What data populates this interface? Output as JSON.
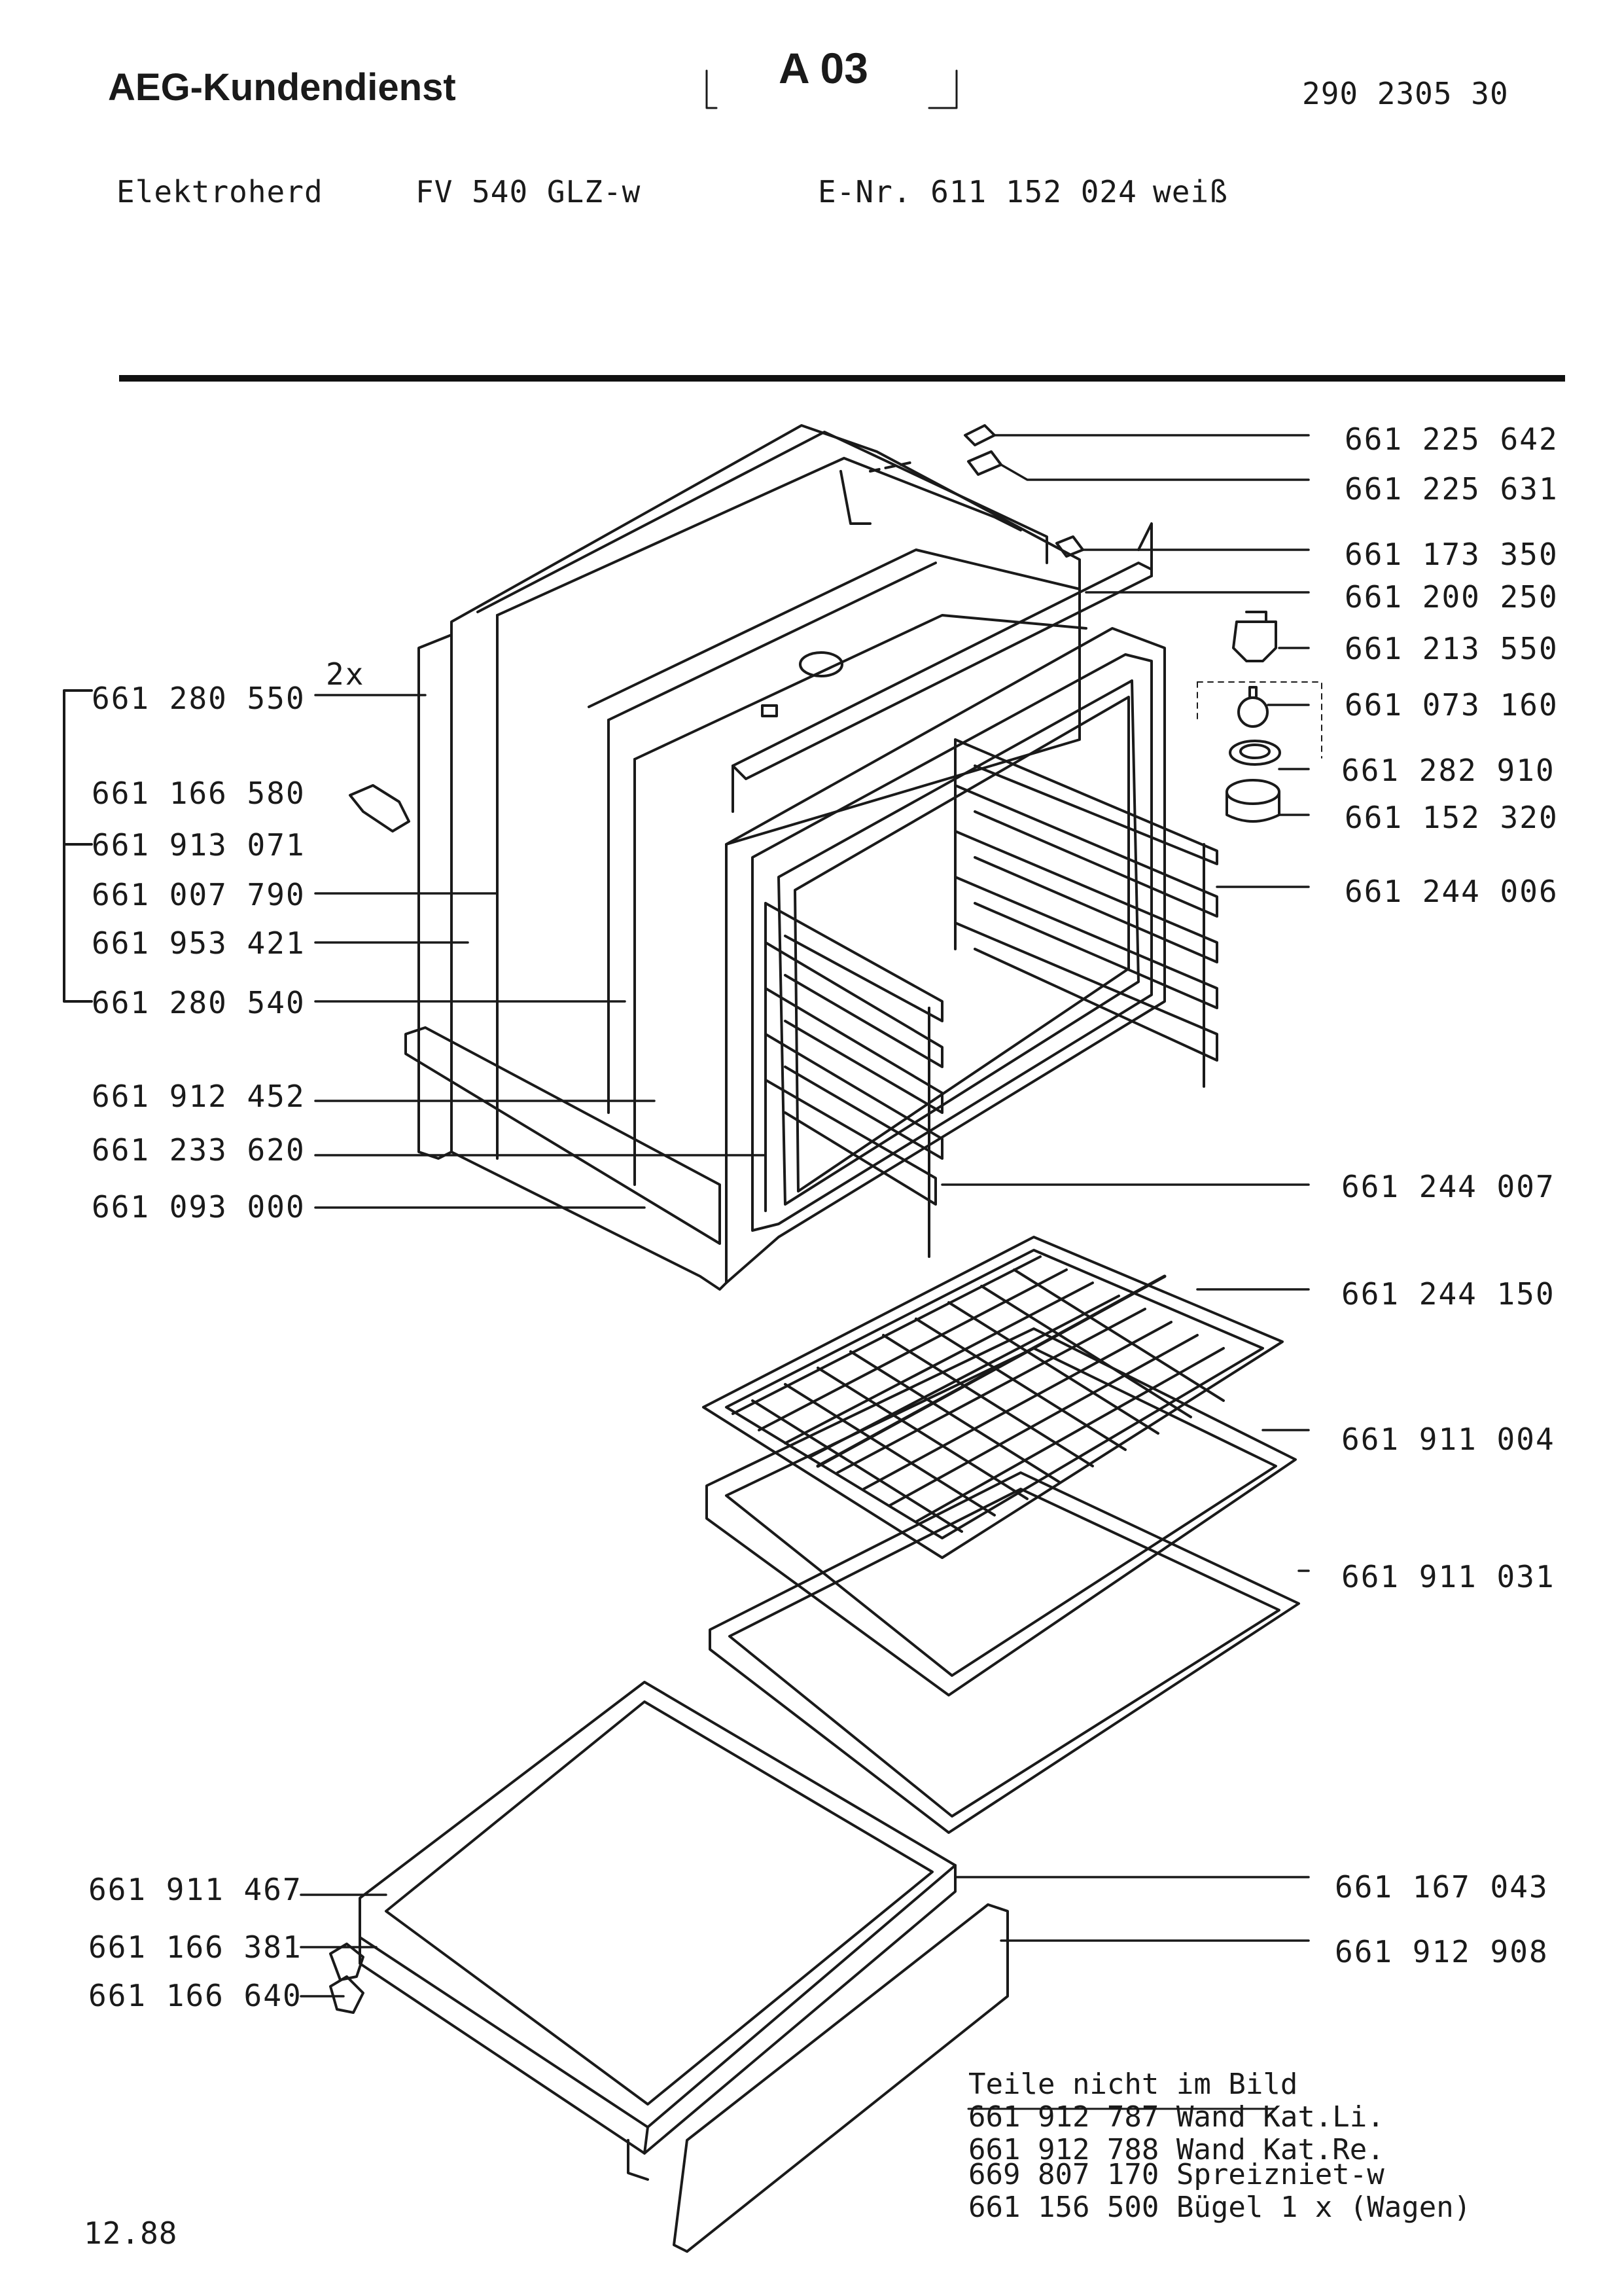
{
  "header": {
    "brand": "AEG-Kundendienst",
    "sheet": "A 03",
    "doc_number": "290 2305 30"
  },
  "product": {
    "type": "Elektroherd",
    "model": "FV 540 GLZ-w",
    "enr": "E-Nr. 611 152 024",
    "color": "weiß"
  },
  "left_parts": [
    "661 280 550",
    "661 166 580",
    "661 913 071",
    "661 007 790",
    "661 953 421",
    "661 280 540",
    "661 912 452",
    "661 233 620",
    "661 093 000"
  ],
  "right_parts": [
    "661 225 642",
    "661 225 631",
    "661 173 350",
    "661 200 250",
    "661 213 550",
    "661 073 160",
    "661 282 910",
    "661 152 320",
    "661 244 006",
    "661 244 007",
    "661 244 150",
    "661 911 004",
    "661 911 031"
  ],
  "drawer_left_parts": [
    "661 911 467",
    "661 166 381",
    "661 166 640"
  ],
  "drawer_right_parts": [
    "661 167 043",
    "661 912 908"
  ],
  "quantity_note": "2x",
  "not_shown": {
    "heading": "Teile nicht im Bild",
    "items": [
      "661 912 787 Wand Kat.Li.",
      "661 912 788 Wand Kat.Re.",
      "669 807 170 Spreizniet-w",
      "661 156 500 Bügel 1 x (Wagen)"
    ]
  },
  "date": "12.88"
}
